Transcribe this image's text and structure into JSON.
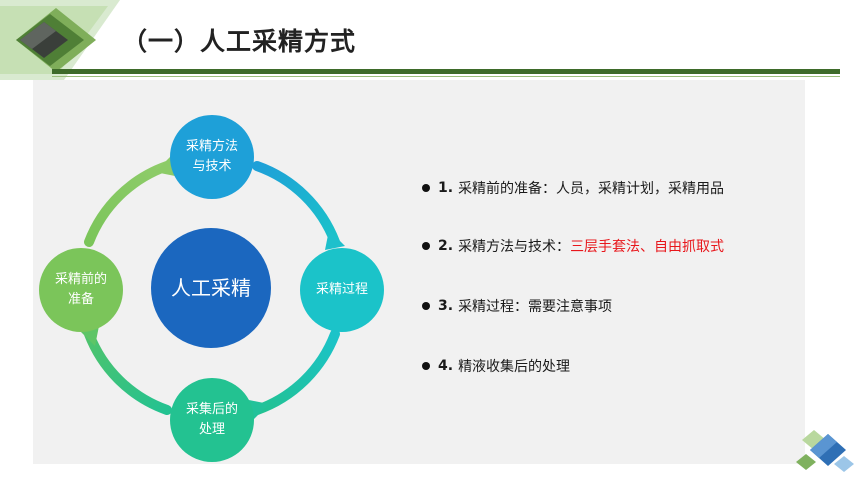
{
  "header": {
    "title": "（一）人工采精方式"
  },
  "diagram": {
    "center": "人工采精",
    "nodes": {
      "method": "采精方法\n与技术",
      "process": "采精过程",
      "collect": "采集后的\n处理",
      "prep": "采精前的\n准备"
    }
  },
  "points": [
    {
      "num": "1.",
      "text": "采精前的准备：人员，采精计划，采精用品",
      "highlight": ""
    },
    {
      "num": "2.",
      "text": "采精方法与技术：",
      "highlight": "三层手套法、自由抓取式"
    },
    {
      "num": "3.",
      "text": "采精过程：需要注意事项",
      "highlight": ""
    },
    {
      "num": "4.",
      "text": "精液收集后的处理",
      "highlight": ""
    }
  ],
  "colors": {
    "title_rule": "#3e6b2a",
    "center": "#1b67bf",
    "method": "#1ea0d8",
    "process": "#1bc3c9",
    "collect": "#23c291",
    "prep": "#7bc55a",
    "highlight": "#e8161b"
  },
  "icons": {
    "corner_logo": "diamond-logo-icon",
    "corner_deco": "diamond-decoration-icon"
  }
}
